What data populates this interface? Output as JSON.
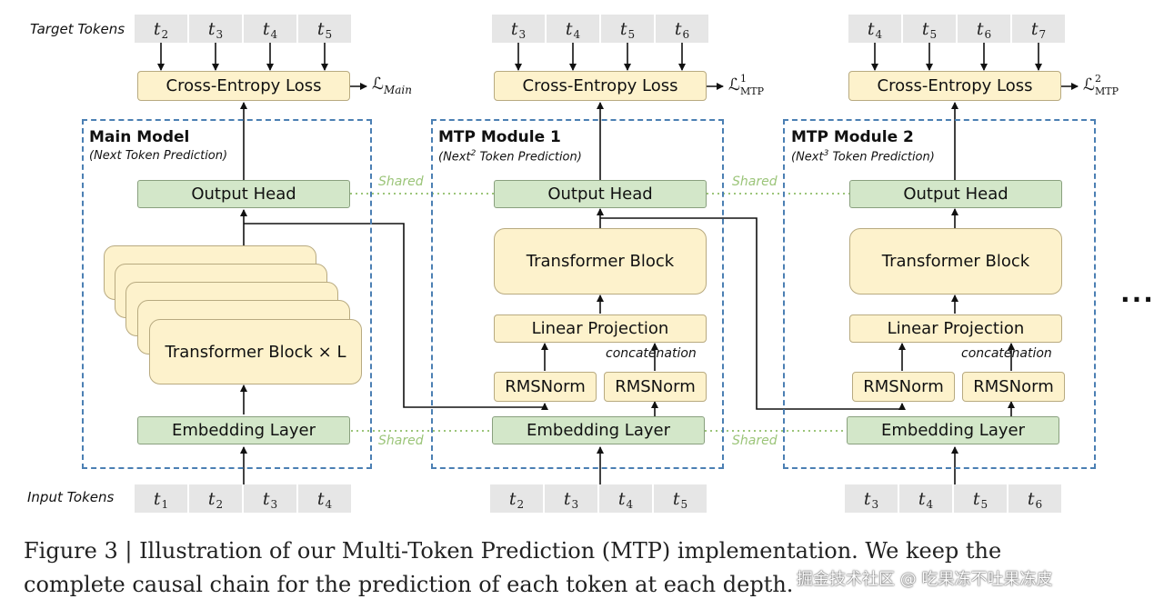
{
  "row_labels": {
    "target": "Target Tokens",
    "input": "Input Tokens"
  },
  "columns": [
    {
      "targets": [
        "t2",
        "t3",
        "t4",
        "t5"
      ],
      "inputs": [
        "t1",
        "t2",
        "t3",
        "t4"
      ],
      "loss": "Cross-Entropy Loss",
      "loss_symbol": "ℒ",
      "loss_sub": "Main",
      "loss_sup": "",
      "title": "Main Model",
      "subtitle": "(Next Token Prediction)",
      "output_head": "Output Head",
      "transformer": "Transformer Block × L",
      "embedding": "Embedding Layer"
    },
    {
      "targets": [
        "t3",
        "t4",
        "t5",
        "t6"
      ],
      "inputs": [
        "t2",
        "t3",
        "t4",
        "t5"
      ],
      "loss": "Cross-Entropy Loss",
      "loss_symbol": "ℒ",
      "loss_sub": "MTP",
      "loss_sup": "1",
      "title": "MTP Module 1",
      "subtitle_pre": "(Next",
      "subtitle_sup": "2",
      "subtitle_post": " Token Prediction)",
      "output_head": "Output Head",
      "transformer": "Transformer Block",
      "linear": "Linear Projection",
      "concat": "concatenation",
      "rms1": "RMSNorm",
      "rms2": "RMSNorm",
      "embedding": "Embedding Layer"
    },
    {
      "targets": [
        "t4",
        "t5",
        "t6",
        "t7"
      ],
      "inputs": [
        "t3",
        "t4",
        "t5",
        "t6"
      ],
      "loss": "Cross-Entropy Loss",
      "loss_symbol": "ℒ",
      "loss_sub": "MTP",
      "loss_sup": "2",
      "title": "MTP Module 2",
      "subtitle_pre": "(Next",
      "subtitle_sup": "3",
      "subtitle_post": " Token Prediction)",
      "output_head": "Output Head",
      "transformer": "Transformer Block",
      "linear": "Linear Projection",
      "concat": "concatenation",
      "rms1": "RMSNorm",
      "rms2": "RMSNorm",
      "embedding": "Embedding Layer"
    }
  ],
  "shared_label": "Shared",
  "ellipsis": "...",
  "caption": {
    "line1": "Figure 3 | Illustration of our Multi-Token Prediction (MTP) implementation.  We keep the",
    "line2": "complete causal chain for the prediction of each token at each depth."
  },
  "watermark": "掘金技术社区 @ 吃果冻不吐果冻皮",
  "colors": {
    "yellow_box": "#fdf2cc",
    "green_box": "#d3e7c9",
    "token_box": "#e6e6e6",
    "dashed_border": "#4b7fb3",
    "shared_dotted": "#9cc57a"
  }
}
